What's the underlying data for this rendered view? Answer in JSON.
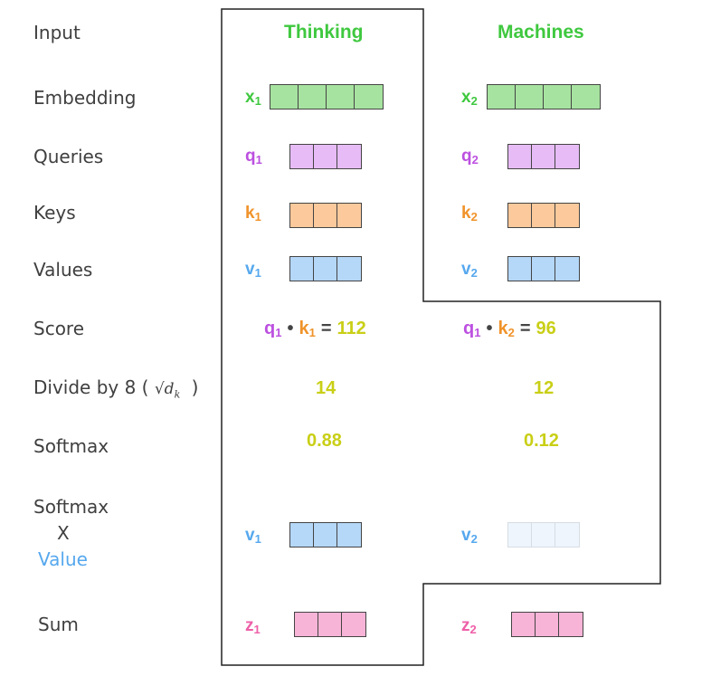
{
  "colors": {
    "green": "#3fc83f",
    "purple": "#bc50e0",
    "orange": "#f0932a",
    "blue": "#56a8ee",
    "pink": "#ee5fa8",
    "yellow": "#c9cf16",
    "embedding_fill": "#a7e3a0",
    "query_fill": "#e6bbf6",
    "key_fill": "#fbc99b",
    "value_fill": "#b5d7f8",
    "value_faint_fill": "#eef5fd",
    "sum_fill": "#f8b4d7",
    "outline": "#222222"
  },
  "row_labels": {
    "input": "Input",
    "embedding": "Embedding",
    "queries": "Queries",
    "keys": "Keys",
    "values": "Values",
    "score": "Score",
    "divide_prefix": "Divide by 8 (",
    "divide_sqrt": "√d",
    "divide_sqrt_sub": "k",
    "divide_suffix": ")",
    "softmax": "Softmax",
    "softmax_x_line1": "Softmax",
    "softmax_x_line2": "X",
    "softmax_x_line3": "Value",
    "sum": "Sum"
  },
  "words": {
    "w1": "Thinking",
    "w2": "Machines"
  },
  "vars": {
    "x": "x",
    "q": "q",
    "k": "k",
    "v": "v",
    "z": "z",
    "sub1": "1",
    "sub2": "2"
  },
  "score": {
    "op_dot": "•",
    "op_eq": "=",
    "s1": "112",
    "s2": "96"
  },
  "divided": {
    "d1": "14",
    "d2": "12"
  },
  "softmax_vals": {
    "p1": "0.88",
    "p2": "0.12"
  }
}
